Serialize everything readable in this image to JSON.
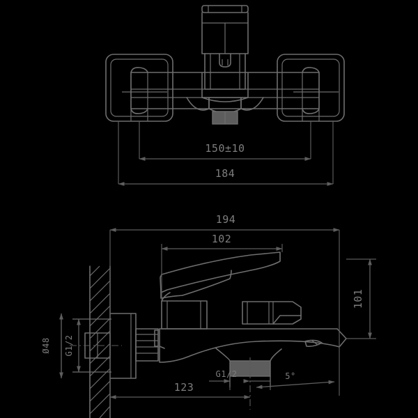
{
  "drawing": {
    "title": "Bath mixer tap technical drawing",
    "line_color": "#6e6e6e",
    "text_color": "#7d7d7d",
    "background": "#000000",
    "views": [
      {
        "name": "front-view",
        "position": "top"
      },
      {
        "name": "side-section-view",
        "position": "bottom"
      }
    ]
  },
  "dimensions": {
    "front": [
      {
        "name": "center-distance",
        "label": "150±10",
        "value": "150",
        "tolerance": "±10",
        "unit": "mm"
      },
      {
        "name": "overall-width",
        "label": "184",
        "value": "184",
        "unit": "mm"
      }
    ],
    "side": [
      {
        "name": "overall-depth",
        "label": "194",
        "value": "194",
        "unit": "mm"
      },
      {
        "name": "lever-reach",
        "label": "102",
        "value": "102",
        "unit": "mm"
      },
      {
        "name": "spout-projection",
        "label": "123",
        "value": "123",
        "unit": "mm"
      },
      {
        "name": "overall-height",
        "label": "101",
        "value": "101",
        "unit": "mm"
      },
      {
        "name": "outlet-thread",
        "label": "G1/2",
        "value": "G1/2",
        "unit": ""
      },
      {
        "name": "inlet-thread",
        "label": "G1/2",
        "value": "G1/2",
        "unit": ""
      },
      {
        "name": "flange-diameter",
        "label": "Ø48",
        "value": "48",
        "unit": "mm"
      },
      {
        "name": "spout-angle",
        "label": "5°",
        "value": "5",
        "unit": "deg"
      }
    ]
  }
}
